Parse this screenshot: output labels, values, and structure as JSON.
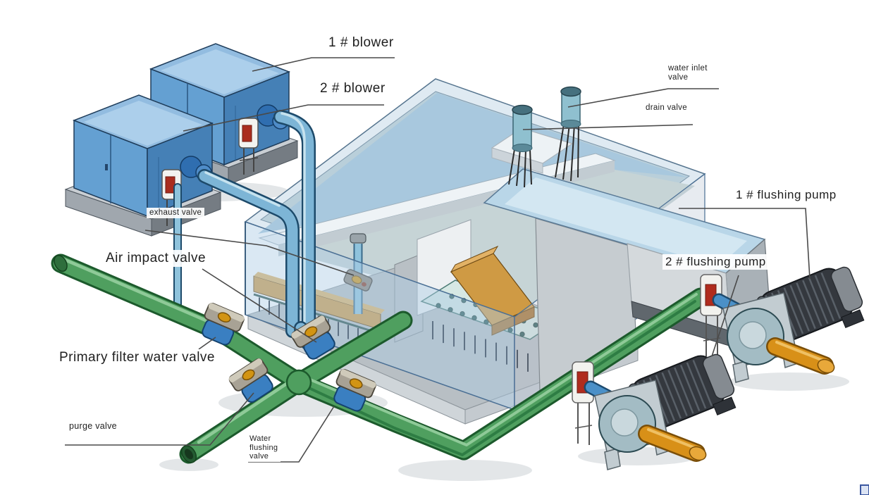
{
  "diagram": {
    "title": "Water filtration system isometric diagram",
    "labels": {
      "blower1": "1 # blower",
      "blower2": "2 # blower",
      "water_inlet_valve_line1": "water inlet",
      "water_inlet_valve_line2": "valve",
      "drain_valve": "drain valve",
      "exhaust_valve": "exhaust valve",
      "air_impact_valve": "Air impact valve",
      "primary_filter_water_valve": "Primary filter water valve",
      "purge_valve": "purge valve",
      "water_flushing_line1": "Water",
      "water_flushing_line2": "flushing",
      "water_flushing_line3": "valve",
      "flushing_pump1": "1 # flushing pump",
      "flushing_pump2": "2 # flushing pump"
    },
    "colors": {
      "green_pipe": "#4f9f5f",
      "green_pipe_dark": "#1c5a2c",
      "air_pipe_blue": "#7db5d6",
      "blower_blue": "#64a0d2",
      "tank_glass": "#b9cfda",
      "filter_media_tan": "#cf9a44",
      "pump_motor_gray": "#34383e",
      "shaft_orange": "#d89018",
      "valve_gold": "#d29413",
      "valve_indicator_red": "#b02c1e",
      "leader_line": "#4a4a4a"
    }
  }
}
